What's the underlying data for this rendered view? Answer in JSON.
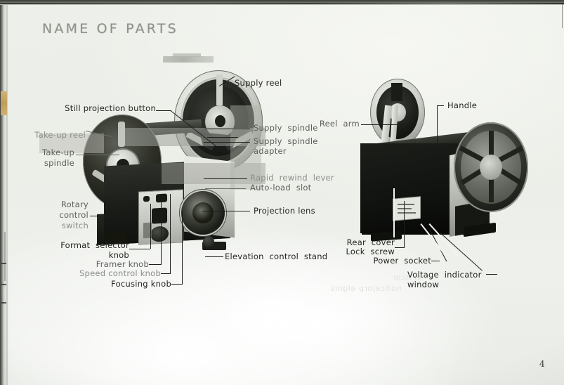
{
  "page": {
    "title": "NAME OF PARTS",
    "page_number": "4",
    "background_color": "#eef0ea",
    "text_color": "#4a4d47",
    "title_color": "#8e938b"
  },
  "labels": {
    "left": [
      {
        "id": "still-projection-button",
        "text": "Still projection button"
      },
      {
        "id": "take-up-reel",
        "text": "Take-up reel"
      },
      {
        "id": "take-up-spindle-1",
        "text": "Take-up"
      },
      {
        "id": "take-up-spindle-2",
        "text": "spindle"
      },
      {
        "id": "rotary-control-switch-1",
        "text": "Rotary"
      },
      {
        "id": "rotary-control-switch-2",
        "text": "control"
      },
      {
        "id": "rotary-control-switch-3",
        "text": "switch"
      }
    ],
    "bottom_left": [
      {
        "id": "format-selector-knob-1",
        "text": "Format  selector"
      },
      {
        "id": "format-selector-knob-2",
        "text": "knob"
      },
      {
        "id": "framer-knob",
        "text": "Framer knob"
      },
      {
        "id": "speed-control-knob",
        "text": "Speed control knob"
      },
      {
        "id": "focusing-knob",
        "text": "Focusing knob"
      }
    ],
    "center_right": [
      {
        "id": "supply-reel",
        "text": "Supply reel"
      },
      {
        "id": "supply-spindle",
        "text": "Supply  spindle"
      },
      {
        "id": "supply-spindle-adapter-1",
        "text": "Supply  spindle"
      },
      {
        "id": "supply-spindle-adapter-2",
        "text": "adapter"
      },
      {
        "id": "rapid-rewind-lever",
        "text": "Rapid  rewind  lever"
      },
      {
        "id": "auto-load-slot",
        "text": "Auto-load  slot"
      },
      {
        "id": "projection-lens",
        "text": "Projection lens"
      },
      {
        "id": "elevation-control-stand",
        "text": "Elevation  control  stand"
      }
    ],
    "right": [
      {
        "id": "reel-arm",
        "text": "Reel  arm"
      },
      {
        "id": "handle",
        "text": "Handle"
      },
      {
        "id": "rear-cover",
        "text": "Rear  cover"
      },
      {
        "id": "lock-screw",
        "text": "Lock  screw"
      },
      {
        "id": "power-socket",
        "text": "Power  socket"
      },
      {
        "id": "voltage-indicator-window-1",
        "text": "Voltage  indicator"
      },
      {
        "id": "voltage-indicator-window-2",
        "text": "window"
      }
    ]
  },
  "figures": {
    "projector_front": "8mm film projector, three-quarter front view",
    "projector_rear": "8mm film projector, rear three-quarter view"
  }
}
